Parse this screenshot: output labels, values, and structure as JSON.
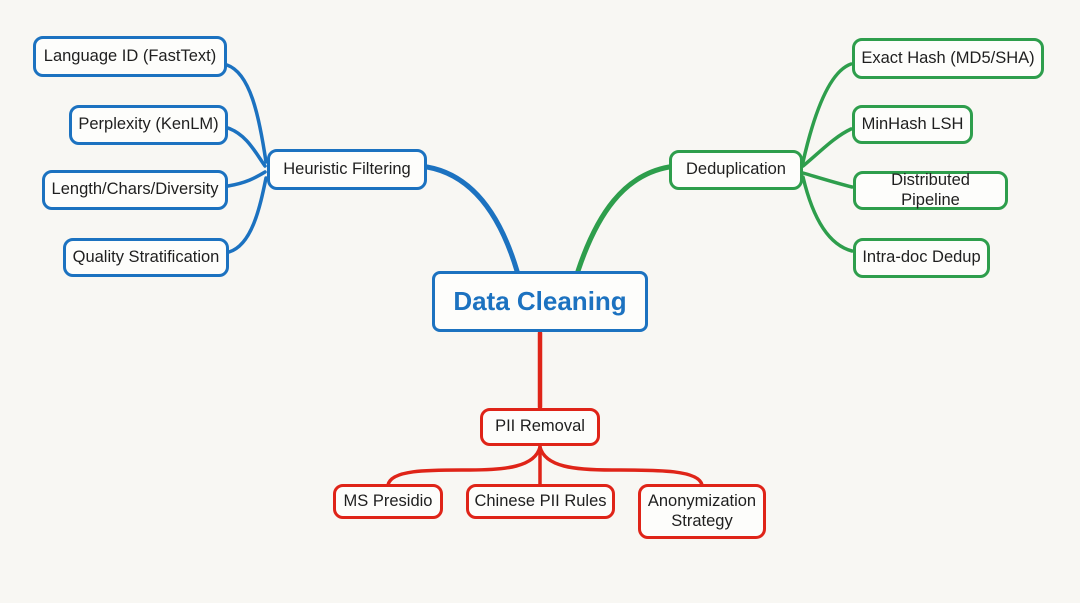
{
  "colors": {
    "blue": "#1c72c0",
    "green": "#2e9e4c",
    "red": "#df2418",
    "bg": "#f8f7f3",
    "box_fill": "#fdfdfb",
    "text": "#1f1f1f"
  },
  "mindmap": {
    "root": {
      "label": "Data Cleaning"
    },
    "branches": [
      {
        "label": "Heuristic Filtering",
        "side": "left",
        "color": "#1c72c0",
        "children": [
          "Language ID (FastText)",
          "Perplexity (KenLM)",
          "Length/Chars/Diversity",
          "Quality Stratification"
        ]
      },
      {
        "label": "Deduplication",
        "side": "right",
        "color": "#2e9e4c",
        "children": [
          "Exact Hash (MD5/SHA)",
          "MinHash LSH",
          "Distributed Pipeline",
          "Intra-doc Dedup"
        ]
      },
      {
        "label": "PII Removal",
        "side": "bottom",
        "color": "#df2418",
        "children": [
          "MS Presidio",
          "Chinese PII Rules",
          "Anonymization Strategy"
        ]
      }
    ]
  }
}
